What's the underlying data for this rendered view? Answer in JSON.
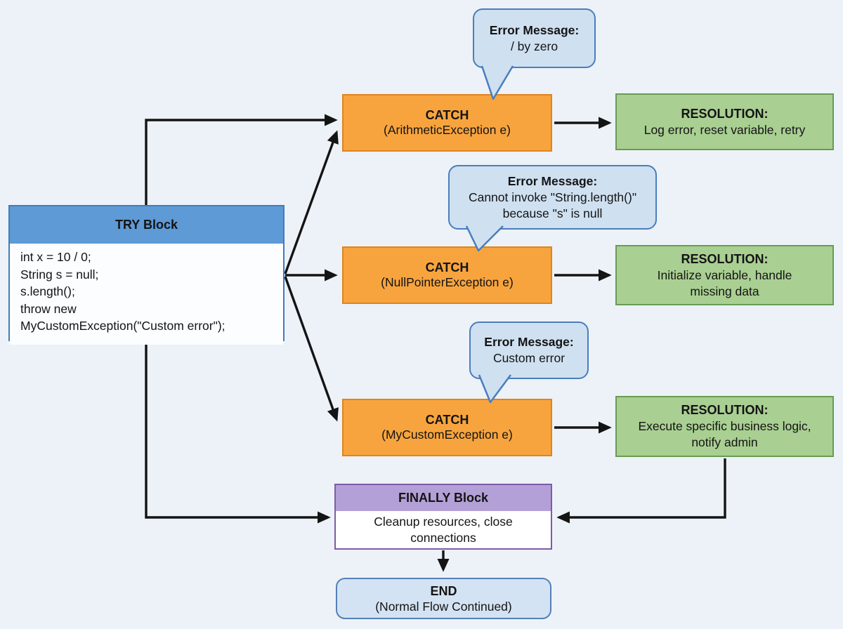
{
  "colors": {
    "background": "#edf2f8",
    "arrow": "#141414",
    "text": "#141414",
    "try_header_fill": "#5d9ad6",
    "try_border": "#417cb8",
    "catch_fill": "#f8a43e",
    "catch_border": "#df8420",
    "resolution_fill": "#a9cf92",
    "resolution_border": "#689c53",
    "bubble_fill": "#cfe0f1",
    "bubble_border": "#4a7ebb",
    "finally_header_fill": "#b3a0d6",
    "finally_border": "#7d5ca6",
    "end_fill": "#d4e3f3",
    "end_border": "#5380b8"
  },
  "try_block": {
    "title": "TRY Block",
    "code_lines": [
      "int x = 10 / 0;",
      "String s = null;",
      "s.length();",
      "throw new",
      "MyCustomException(\"Custom error\");"
    ]
  },
  "catch_blocks": [
    {
      "title": "CATCH",
      "subtitle": "(ArithmeticException e)",
      "bubble": {
        "heading": "Error Message:",
        "lines": [
          "/ by zero"
        ]
      },
      "resolution": {
        "heading": "RESOLUTION:",
        "lines": [
          "Log error, reset variable, retry"
        ]
      }
    },
    {
      "title": "CATCH",
      "subtitle": "(NullPointerException e)",
      "bubble": {
        "heading": "Error Message:",
        "lines": [
          "Cannot invoke \"String.length()\"",
          "because \"s\" is null"
        ]
      },
      "resolution": {
        "heading": "RESOLUTION:",
        "lines": [
          "Initialize variable, handle",
          "missing data"
        ]
      }
    },
    {
      "title": "CATCH",
      "subtitle": "(MyCustomException e)",
      "bubble": {
        "heading": "Error Message:",
        "lines": [
          "Custom error"
        ]
      },
      "resolution": {
        "heading": "RESOLUTION:",
        "lines": [
          "Execute specific business logic,",
          "notify admin"
        ]
      }
    }
  ],
  "finally_block": {
    "title": "FINALLY Block",
    "body_lines": [
      "Cleanup resources, close",
      "connections"
    ]
  },
  "end_block": {
    "title": "END",
    "subtitle": "(Normal Flow Continued)"
  }
}
